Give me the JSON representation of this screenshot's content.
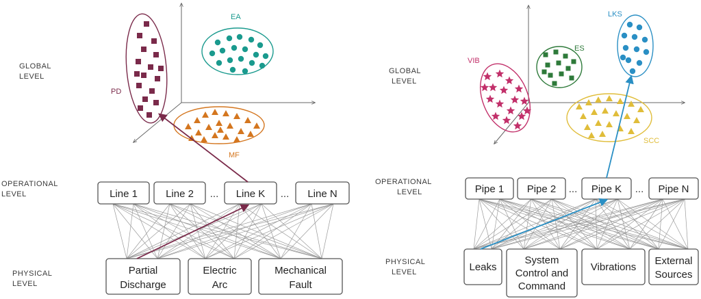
{
  "colors": {
    "pd": "#7a2a4a",
    "ea": "#1a9a8e",
    "mf": "#d4761f",
    "vib": "#c2306a",
    "es": "#2e7a3a",
    "lks": "#2a8fc4",
    "scc": "#e0bd3a",
    "arrow_left": "#7a2a4a",
    "arrow_right": "#2a8fc4"
  },
  "left": {
    "levels": {
      "global": [
        "GLOBAL",
        "LEVEL"
      ],
      "operational": [
        "OPERATIONAL",
        "LEVEL"
      ],
      "physical": [
        "PHYSICAL",
        "LEVEL"
      ]
    },
    "clusters": {
      "pd": "PD",
      "ea": "EA",
      "mf": "MF"
    },
    "operational": [
      "Line 1",
      "Line 2",
      "Line K",
      "Line N"
    ],
    "ellipsis": "...",
    "physical": [
      [
        "Partial",
        "Discharge"
      ],
      [
        "Electric",
        "Arc"
      ],
      [
        "Mechanical",
        "Fault"
      ]
    ]
  },
  "right": {
    "levels": {
      "global": [
        "GLOBAL",
        "LEVEL"
      ],
      "operational": [
        "OPERATIONAL",
        "LEVEL"
      ],
      "physical": [
        "PHYSICAL",
        "LEVEL"
      ]
    },
    "clusters": {
      "vib": "VIB",
      "es": "ES",
      "lks": "LKS",
      "scc": "SCC"
    },
    "operational": [
      "Pipe 1",
      "Pipe 2",
      "Pipe K",
      "Pipe N"
    ],
    "ellipsis": "...",
    "physical": [
      [
        "Leaks"
      ],
      [
        "System",
        "Control and",
        "Command"
      ],
      [
        "Vibrations"
      ],
      [
        "External",
        "Sources"
      ]
    ]
  }
}
